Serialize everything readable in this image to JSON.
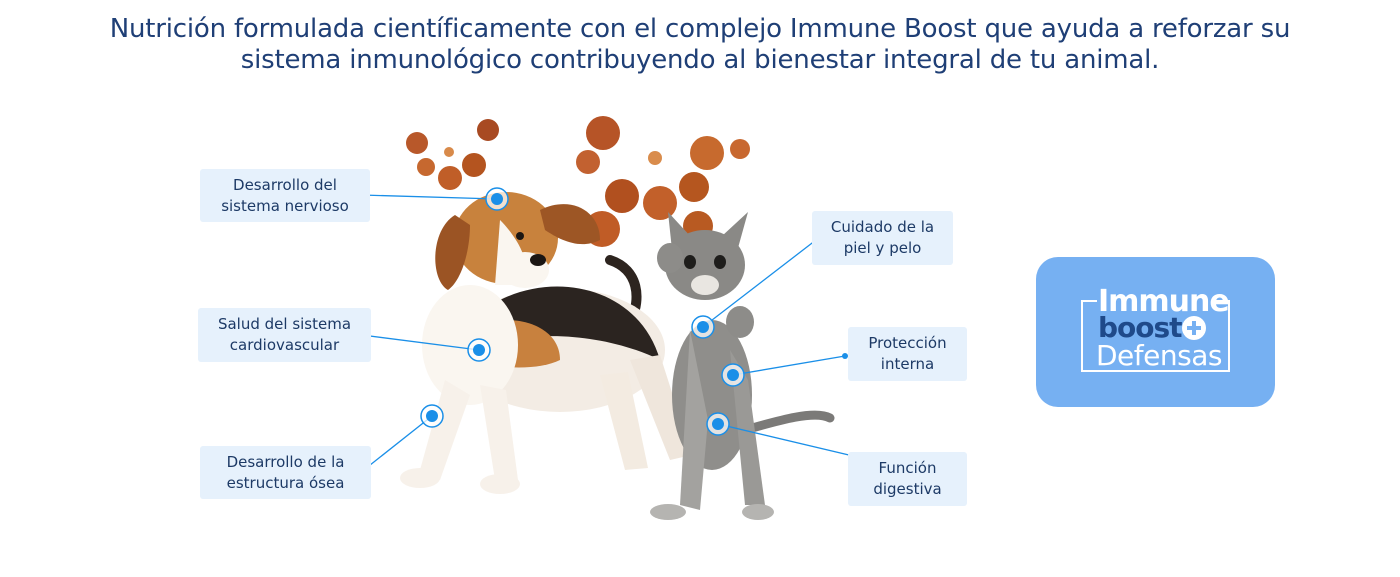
{
  "headline": {
    "line1": "Nutrición formulada científicamente con el complejo Immune Boost que ayuda a reforzar su",
    "line2": "sistema inmunológico contribuyendo al bienestar integral de tu animal."
  },
  "benefits": {
    "nervioso": [
      "Desarrollo del",
      "sistema nervioso"
    ],
    "cardio": [
      "Salud del sistema",
      "cardiovascular"
    ],
    "osea": [
      "Desarrollo de la",
      "estructura ósea"
    ],
    "piel": [
      "Cuidado de la",
      "piel y pelo"
    ],
    "proteccion": [
      "Protección",
      "interna"
    ],
    "digestiva": [
      "Función",
      "digestiva"
    ]
  },
  "badge": {
    "line1": "Immune",
    "line2": "boost",
    "line3": "Defensas",
    "icon": "plus-circle-icon"
  },
  "colors": {
    "headline": "#1f3f76",
    "label_bg": "#e6f1fc",
    "accent": "#1a8fe8",
    "badge_bg": "#76b0f2"
  }
}
